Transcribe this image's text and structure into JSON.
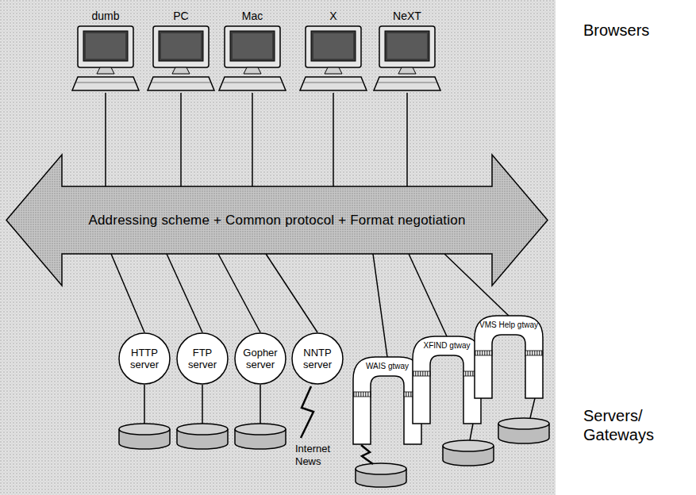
{
  "diagram": {
    "nodes": [
      {
        "text": [
          "dumb"
        ]
      },
      {
        "text": [
          "PC"
        ]
      },
      {
        "text": [
          "Mac"
        ]
      },
      {
        "text": [
          "X"
        ]
      },
      {
        "text": [
          "NeXT"
        ]
      },
      {
        "text": [
          "Addressing scheme + Common protocol + Format negotiation"
        ]
      },
      {
        "text": [
          "HTTP server"
        ]
      },
      {
        "text": [
          "FTP server"
        ]
      },
      {
        "text": [
          "Gopher server"
        ]
      },
      {
        "text": [
          "NNTP server"
        ]
      },
      {
        "text": [
          "WAIS gtway"
        ]
      },
      {
        "text": [
          "XFIND gtway"
        ]
      },
      {
        "text": [
          "VMS Help gtway"
        ]
      }
    ],
    "edges": [
      {
        "from": 0,
        "to": 5,
        "arrow": "none"
      },
      {
        "from": 1,
        "to": 5,
        "arrow": "none"
      },
      {
        "from": 2,
        "to": 5,
        "arrow": "none"
      },
      {
        "from": 3,
        "to": 5,
        "arrow": "none"
      },
      {
        "from": 4,
        "to": 5,
        "arrow": "none"
      },
      {
        "from": 5,
        "to": 6,
        "arrow": "none"
      },
      {
        "from": 5,
        "to": 7,
        "arrow": "none"
      },
      {
        "from": 5,
        "to": 8,
        "arrow": "none"
      },
      {
        "from": 5,
        "to": 9,
        "arrow": "none"
      },
      {
        "from": 5,
        "to": 10,
        "arrow": "none"
      },
      {
        "from": 5,
        "to": 11,
        "arrow": "none"
      },
      {
        "from": 5,
        "to": 12,
        "arrow": "none"
      }
    ],
    "labels": [
      "Browsers",
      "Servers/ Gateways",
      "Internet News"
    ]
  }
}
